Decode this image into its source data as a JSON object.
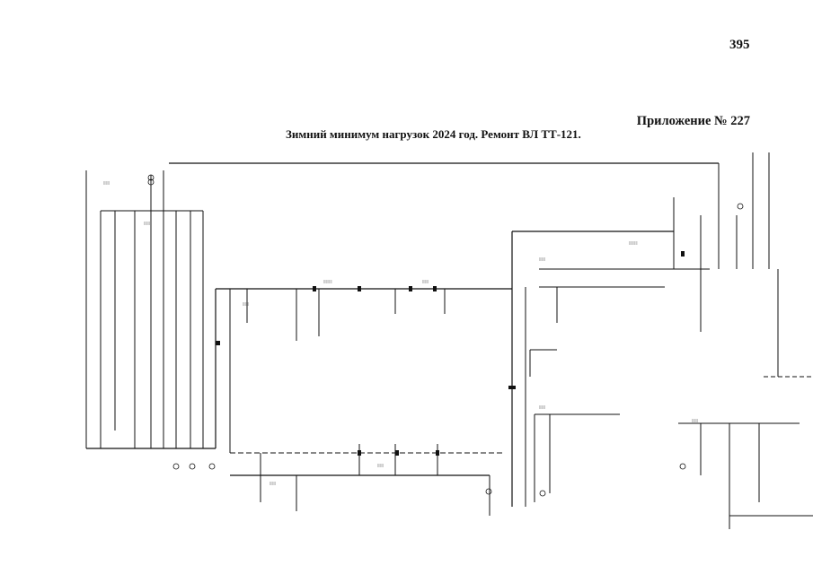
{
  "page_number": "395",
  "appendix": "Приложение № 227",
  "title": "Зимний минимум нагрузок 2024 год.  Ремонт ВЛ ТТ-121.",
  "colors": {
    "ink": "#111111",
    "paper": "#ffffff"
  }
}
